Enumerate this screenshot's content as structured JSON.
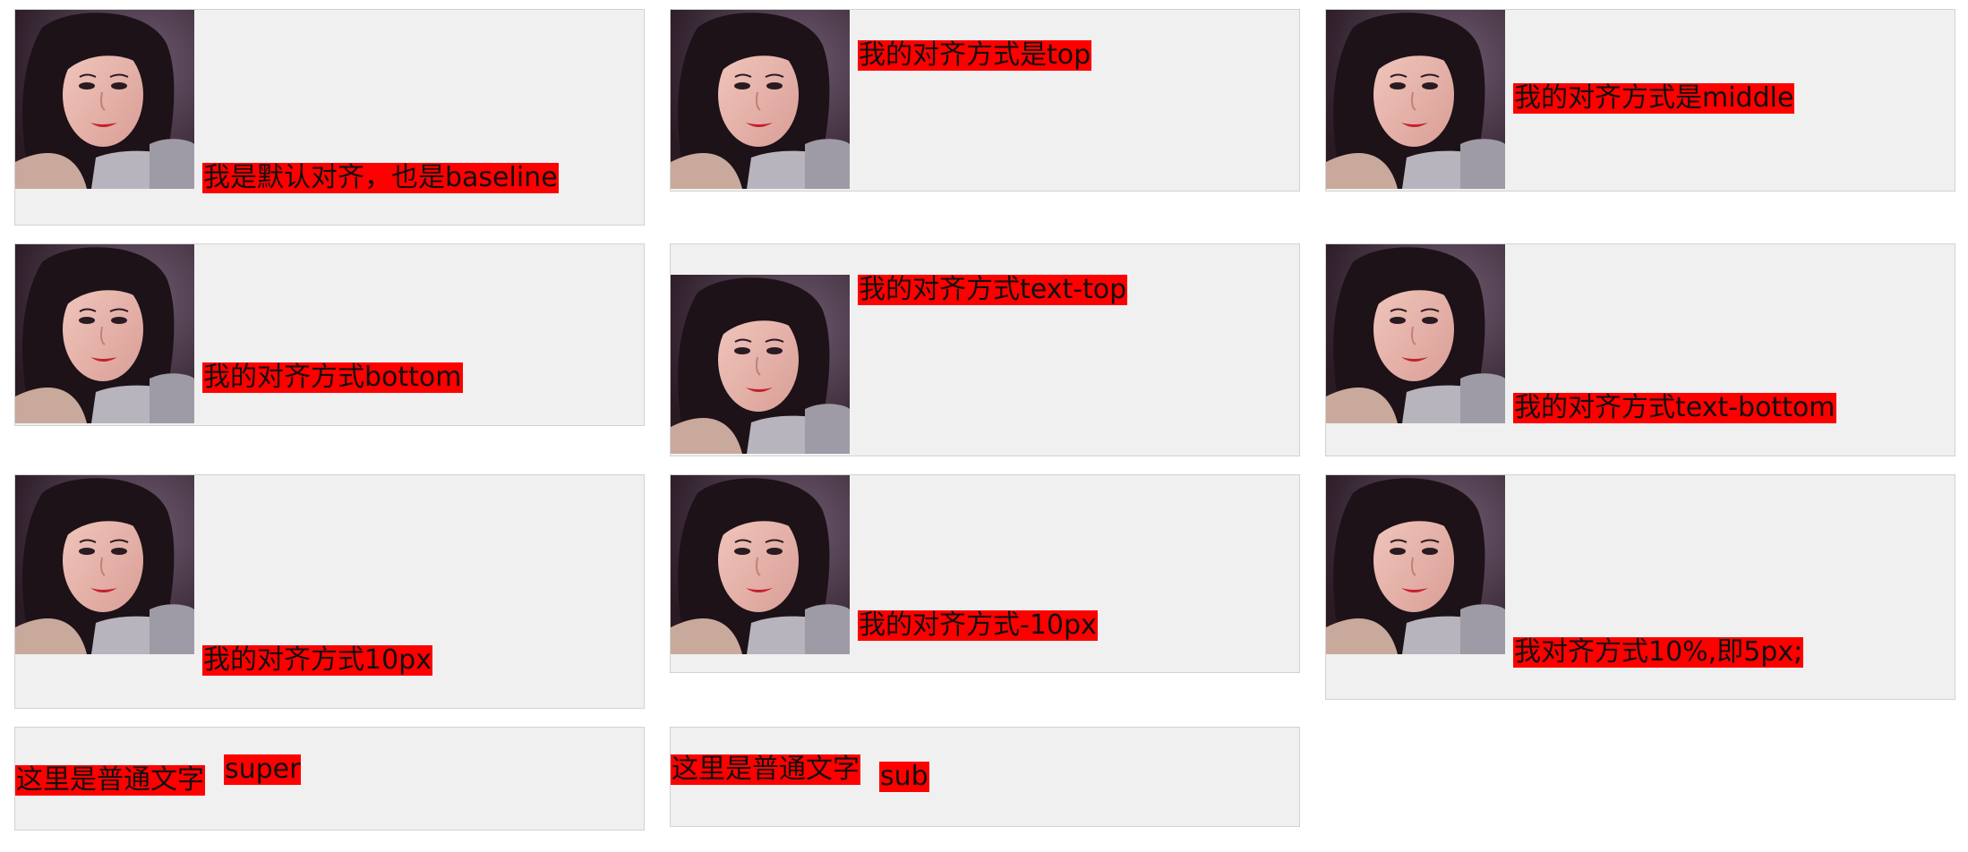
{
  "boxes": [
    {
      "id": "baseline",
      "label": "我是默认对齐，也是baseline"
    },
    {
      "id": "top",
      "label": "我的对齐方式是top"
    },
    {
      "id": "middle",
      "label": "我的对齐方式是middle"
    },
    {
      "id": "bottom",
      "label": "我的对齐方式bottom"
    },
    {
      "id": "text-top",
      "label": "我的对齐方式text-top"
    },
    {
      "id": "text-bottom",
      "label": "我的对齐方式text-bottom"
    },
    {
      "id": "10px",
      "label": "我的对齐方式10px"
    },
    {
      "id": "minus-10px",
      "label": "我的对齐方式-10px"
    },
    {
      "id": "percent",
      "label": "我对齐方式10%,即5px;"
    },
    {
      "id": "super",
      "normal": "这里是普通文字",
      "special": "super"
    },
    {
      "id": "sub",
      "normal": "这里是普通文字",
      "special": "sub"
    }
  ],
  "image": {
    "icon": "portrait-photo"
  }
}
